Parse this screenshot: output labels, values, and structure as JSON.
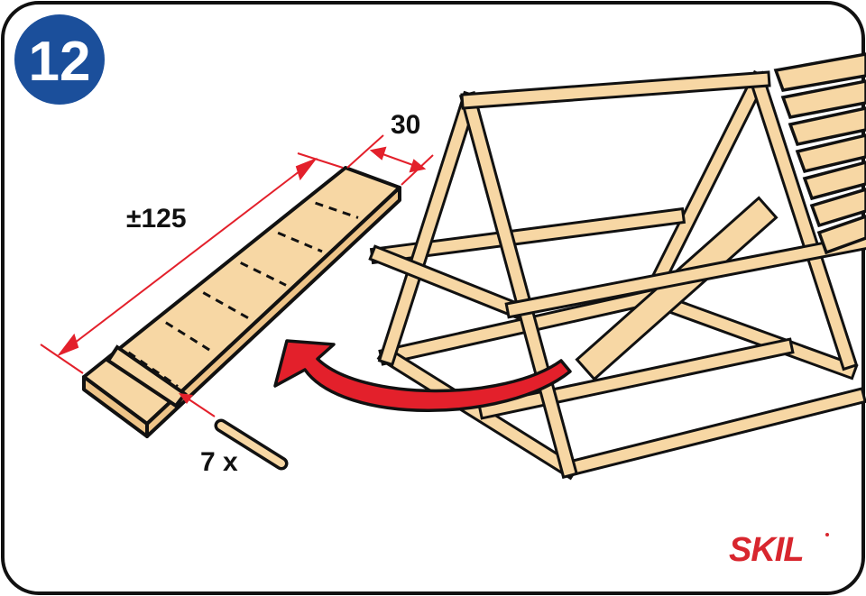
{
  "step": {
    "number": "12"
  },
  "dimensions": {
    "length": "±125",
    "width": "30"
  },
  "parts": {
    "dowel_quantity": "7 x"
  },
  "brand": {
    "logo": "SKIL"
  },
  "colors": {
    "wood": "#f7d7a4",
    "outline": "#111111",
    "accent_red": "#e3202b",
    "badge_blue": "#1b4f9b",
    "brand_red": "#d8262e"
  }
}
